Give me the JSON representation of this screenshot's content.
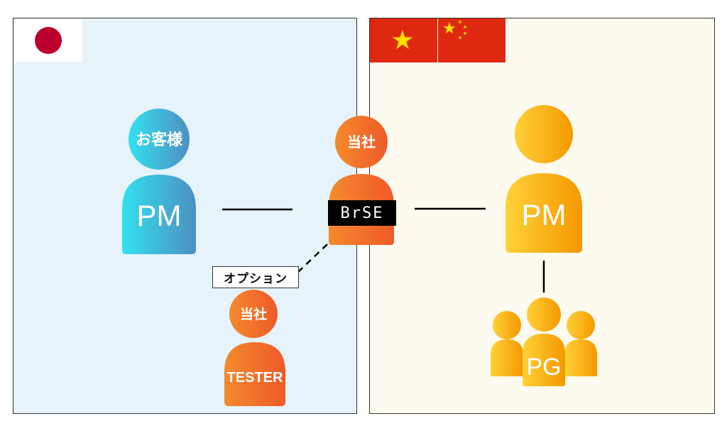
{
  "regions": {
    "japan": {
      "flag": "japan-flag-icon"
    },
    "china": {
      "flag": "china-flag-icon"
    }
  },
  "actors": {
    "customer": {
      "head_label": "お客様",
      "body_label": "PM"
    },
    "brse": {
      "head_label": "当社",
      "body_label": "BrSE"
    },
    "tester": {
      "head_label": "当社",
      "body_label": "TESTER"
    },
    "cn_pm": {
      "head_label": "",
      "body_label": "PM"
    },
    "programmers": {
      "body_label": "PG"
    }
  },
  "option_label": "オプション",
  "colors": {
    "japan_bg": "#e6f3fa",
    "china_bg": "#fdfaef",
    "customer_gradient": [
      "#33e0ef",
      "#4e8fc0"
    ],
    "company_gradient": [
      "#f48a2c",
      "#ee5a2a"
    ],
    "china_gradient": [
      "#ffd138",
      "#f59800"
    ],
    "flag_red": "#de2910",
    "flag_star": "#ffde00"
  }
}
